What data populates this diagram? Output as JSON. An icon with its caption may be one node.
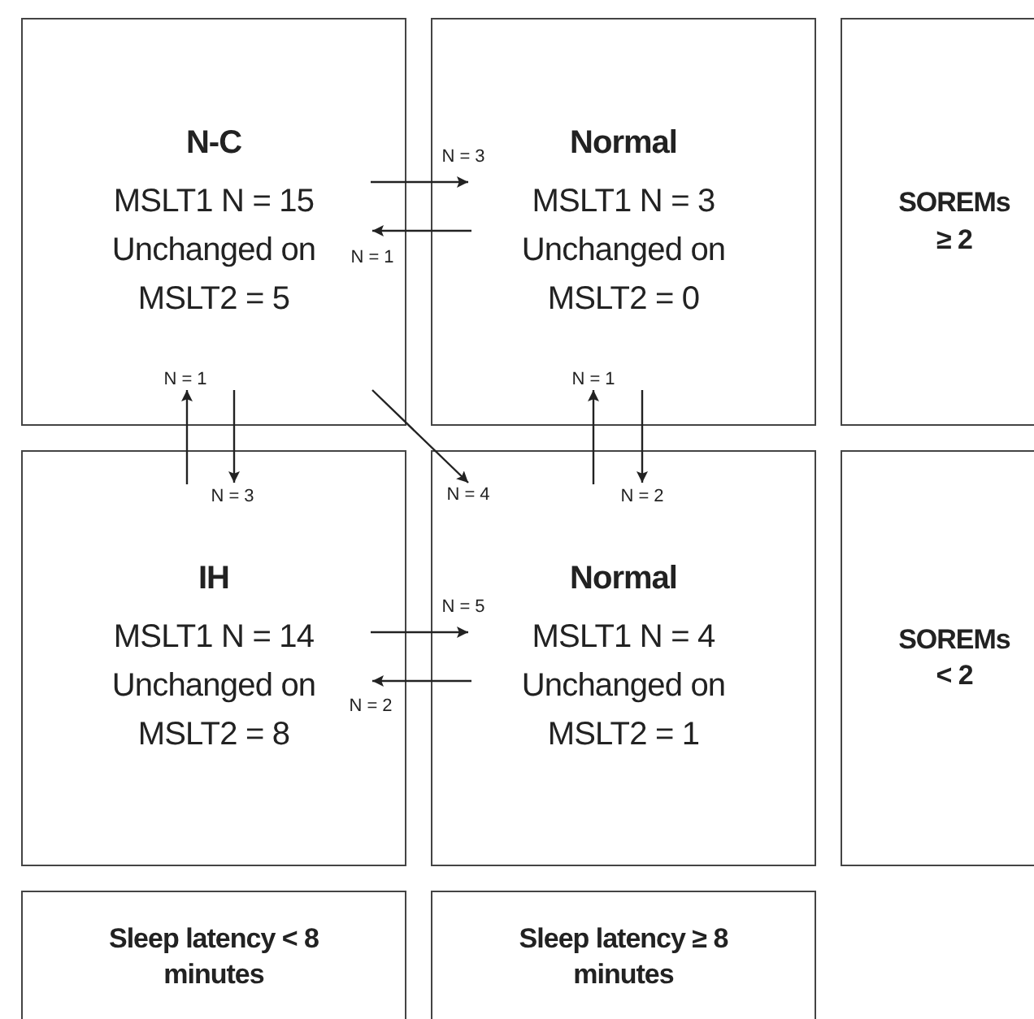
{
  "diagram": {
    "nodes": [
      {
        "text": [
          "N-C",
          "MSLT1 N = 15",
          "Unchanged on MSLT2 = 5"
        ]
      },
      {
        "text": [
          "Normal",
          "MSLT1 N = 3",
          "Unchanged on MSLT2 = 0"
        ]
      },
      {
        "text": [
          "SOREMs ≥ 2"
        ]
      },
      {
        "text": [
          "IH",
          "MSLT1 N = 14",
          "Unchanged on MSLT2 = 8"
        ]
      },
      {
        "text": [
          "Normal",
          "MSLT1 N = 4",
          "Unchanged on MSLT2 = 1"
        ]
      },
      {
        "text": [
          "SOREMs < 2"
        ]
      },
      {
        "text": [
          "Sleep latency < 8 minutes"
        ]
      },
      {
        "text": [
          "Sleep latency ≥ 8 minutes"
        ]
      }
    ],
    "edges": [
      {
        "from": 0,
        "to": 1,
        "arrow": "to",
        "label": "N = 3"
      },
      {
        "from": 1,
        "to": 0,
        "arrow": "to",
        "label": "N = 1"
      },
      {
        "from": 3,
        "to": 0,
        "arrow": "to",
        "label": "N = 1"
      },
      {
        "from": 0,
        "to": 3,
        "arrow": "to",
        "label": "N = 3"
      },
      {
        "from": 0,
        "to": 4,
        "arrow": "to",
        "label": "N = 4"
      },
      {
        "from": 4,
        "to": 1,
        "arrow": "to",
        "label": "N = 1"
      },
      {
        "from": 1,
        "to": 4,
        "arrow": "to",
        "label": "N = 2"
      },
      {
        "from": 3,
        "to": 4,
        "arrow": "to",
        "label": "N = 5"
      },
      {
        "from": 4,
        "to": 3,
        "arrow": "to",
        "label": "N = 2"
      }
    ]
  }
}
